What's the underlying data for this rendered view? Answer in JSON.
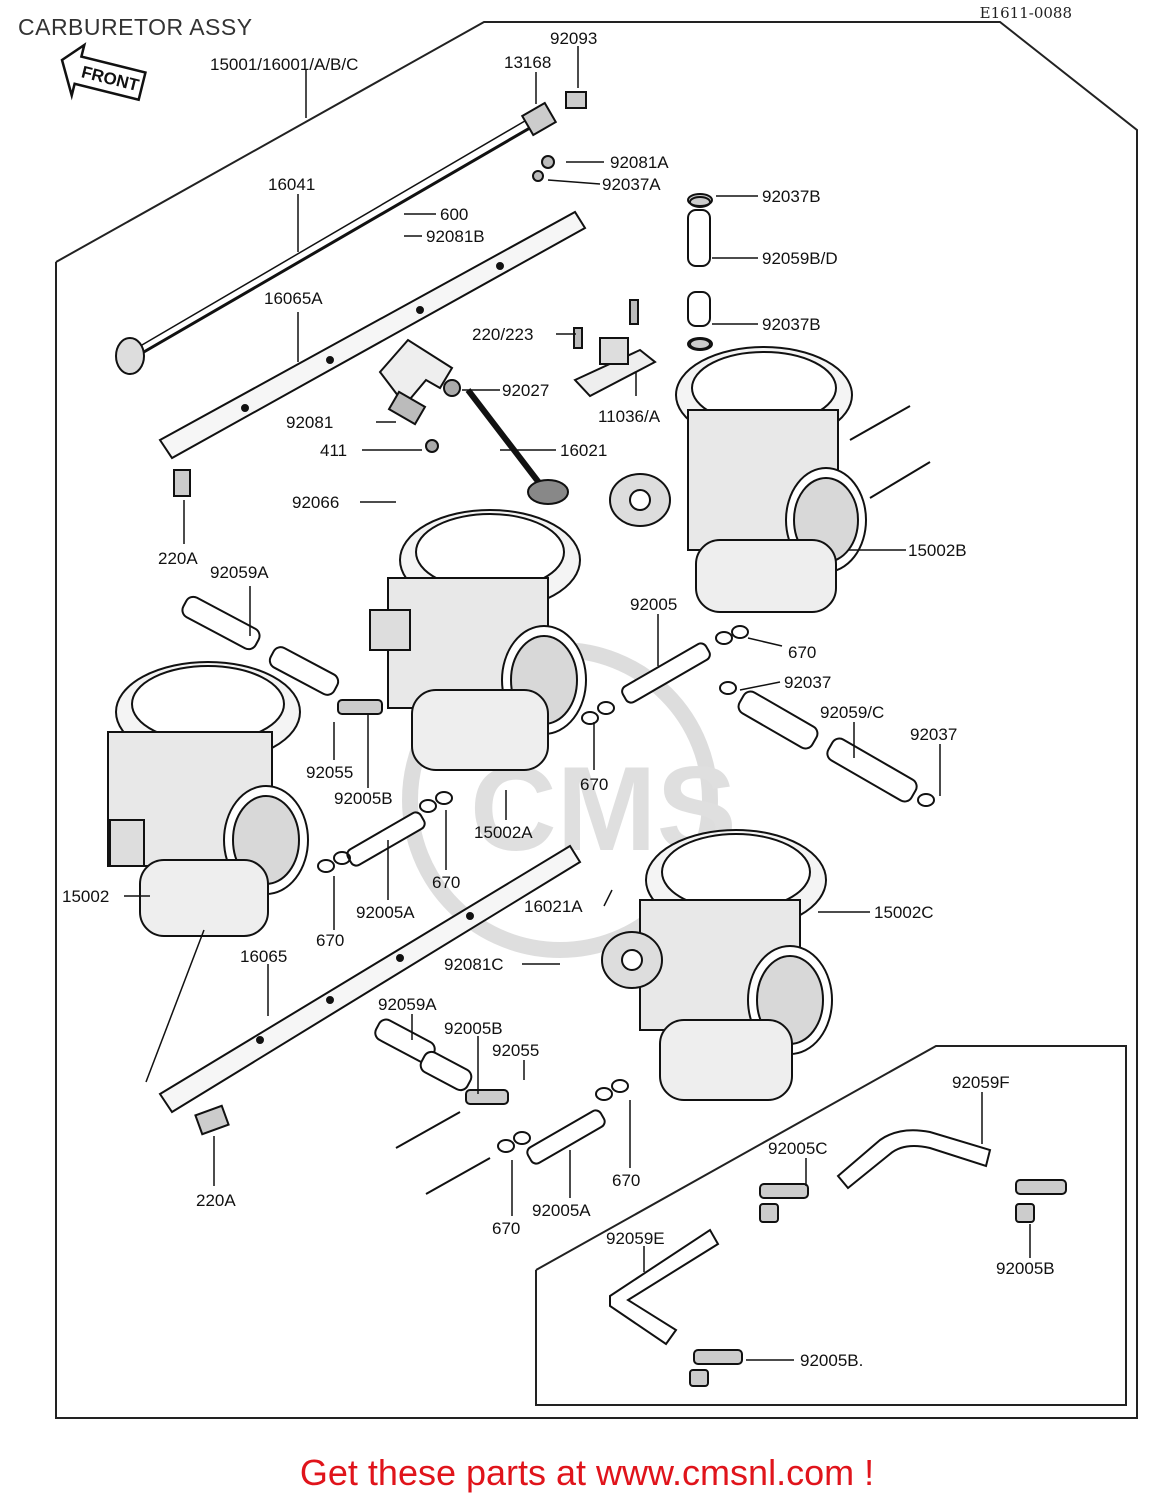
{
  "diagram": {
    "title": "CARBURETOR ASSY",
    "figure_code": "E1611-0088",
    "front_label": "FRONT",
    "footer": "Get these parts at www.cmsnl.com !",
    "watermark": "CMS",
    "parts": {
      "p92093": "92093",
      "p13168": "13168",
      "p15001": "15001/16001/A/B/C",
      "p92081A": "92081A",
      "p92037A": "92037A",
      "p92037B_top": "92037B",
      "p16041": "16041",
      "p600": "600",
      "p92081B": "92081B",
      "p92059BD": "92059B/D",
      "p16065A": "16065A",
      "p220_223": "220/223",
      "p92037B_mid": "92037B",
      "p92027": "92027",
      "p11036A": "11036/A",
      "p92081": "92081",
      "p411": "411",
      "p16021": "16021",
      "p92066": "92066",
      "p220A_top": "220A",
      "p92059A_top": "92059A",
      "p15002B": "15002B",
      "p92005": "92005",
      "p670_a": "670",
      "p92037_a": "92037",
      "p92059C": "92059/C",
      "p92037_b": "92037",
      "p92055_top": "92055",
      "p92005B_top": "92005B",
      "p670_b": "670",
      "p15002A": "15002A",
      "p670_c": "670",
      "p15002": "15002",
      "p92005A_top": "92005A",
      "p670_d": "670",
      "p16021A": "16021A",
      "p15002C": "15002C",
      "p16065": "16065",
      "p92081C": "92081C",
      "p92059A_bot": "92059A",
      "p92005B_mid": "92005B",
      "p92055_bot": "92055",
      "p670_e": "670",
      "p92059F": "92059F",
      "p92005C": "92005C",
      "p220A_bot": "220A",
      "p670_f": "670",
      "p92005A_bot": "92005A",
      "p92059E": "92059E",
      "p92005B_right": "92005B",
      "p92005B_dot": "92005B."
    }
  }
}
